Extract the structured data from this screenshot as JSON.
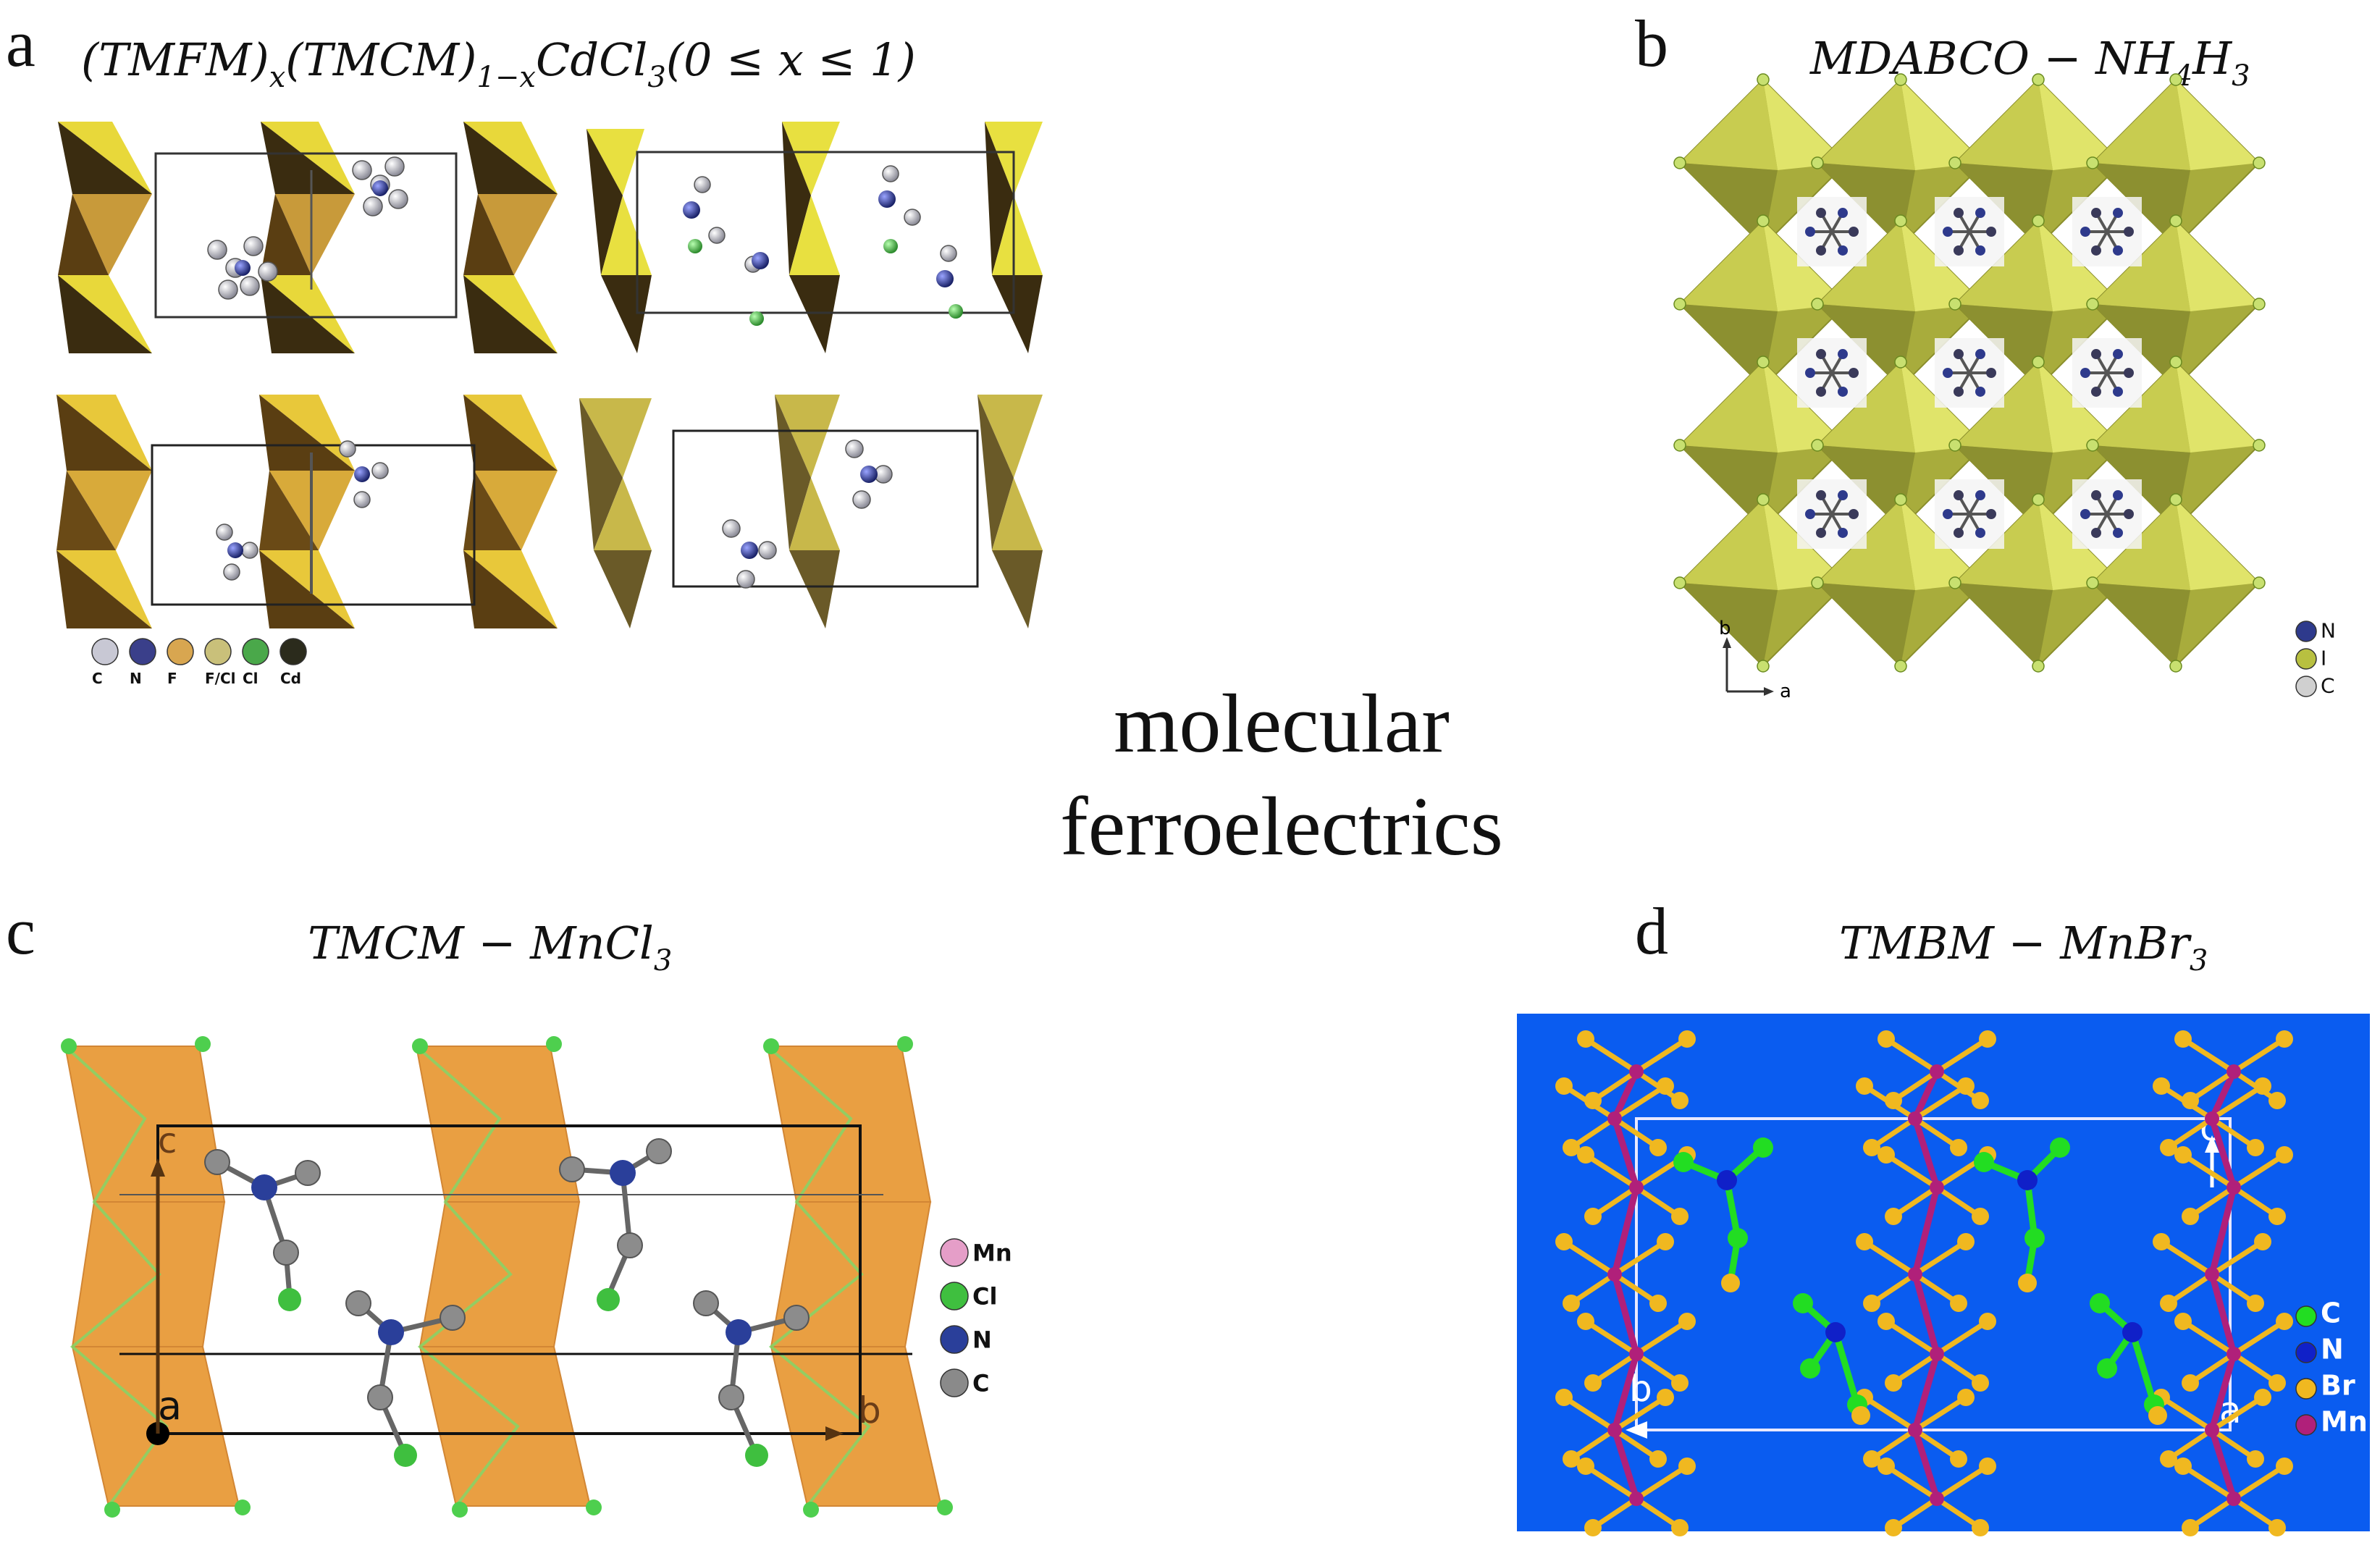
{
  "center_title": {
    "line1": "molecular",
    "line2": "ferroelectrics"
  },
  "panels": {
    "a": {
      "letter": "a",
      "formula": {
        "p1": "(TMFM)",
        "s1": "x",
        "p2": "(TMCM)",
        "s2": "1−x",
        "p3": "CdCl",
        "s3": "3",
        "p4": "(0 ≤ x ≤ 1)"
      },
      "legend": [
        "C",
        "N",
        "F",
        "F/Cl",
        "Cl",
        "Cd"
      ],
      "legend_colors": [
        "#c8c8d4",
        "#3a3f8a",
        "#d8a650",
        "#c9c07a",
        "#4aa84a",
        "#2b2b1c"
      ]
    },
    "b": {
      "letter": "b",
      "formula": {
        "p1": "MDABCO − NH",
        "s1": "4",
        "p2": "H",
        "s2": "3"
      },
      "axis": {
        "b": "b",
        "a": "a"
      },
      "legend": [
        "N",
        "I",
        "C"
      ],
      "legend_colors": [
        "#2e3a8c",
        "#b8c040",
        "#d0d0d0"
      ]
    },
    "c": {
      "letter": "c",
      "formula": {
        "p1": "TMCM − MnCl",
        "s1": "3"
      },
      "axis_labels": {
        "c": "c",
        "a": "a",
        "b": "b"
      },
      "legend": [
        "Mn",
        "Cl",
        "N",
        "C"
      ],
      "legend_colors": [
        "#e59ec8",
        "#3fbf3f",
        "#2a3f9a",
        "#8a8a8a"
      ]
    },
    "d": {
      "letter": "d",
      "formula": {
        "p1": "TMBM − MnBr",
        "s1": "3"
      },
      "axis_labels": {
        "c": "c",
        "b": "b",
        "a": "a"
      },
      "legend": [
        "C",
        "N",
        "Br",
        "Mn"
      ],
      "legend_colors": [
        "#22dd22",
        "#1020c8",
        "#f0b820",
        "#b0207a"
      ],
      "background": "#0a5cf0"
    }
  }
}
